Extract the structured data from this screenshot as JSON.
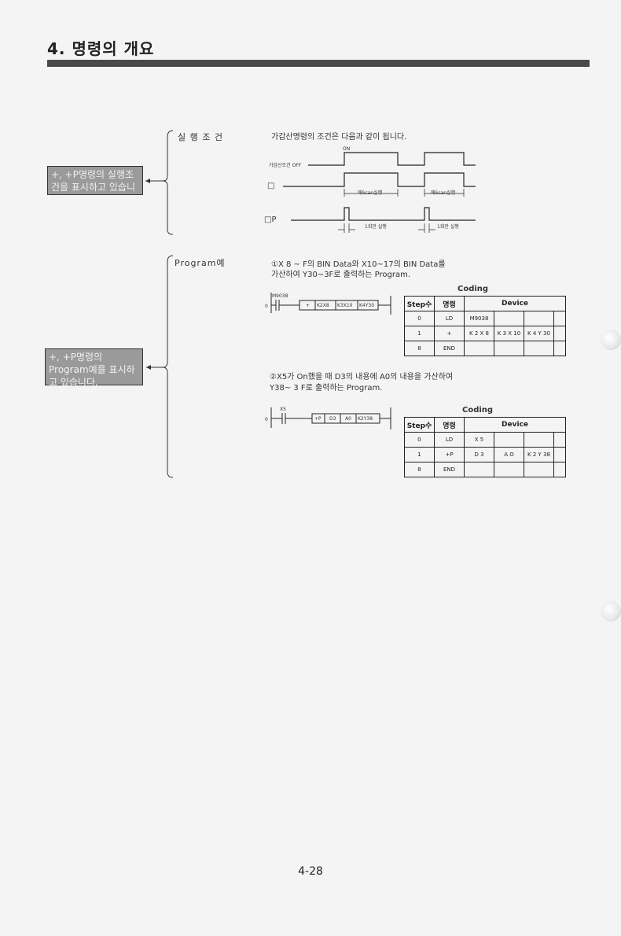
{
  "header": {
    "title": "4. 명령의 개요"
  },
  "sidenotes": {
    "condition": "+, +P명령의 실행조건을 표시하고 있습니다.",
    "program": "+, +P명령의 Program예를 표시하고 있습니다."
  },
  "condition_section": {
    "label": "실 행 조 건",
    "intro": "가감산명령의 조건은 다음과 같이 됩니다.",
    "timing": {
      "on_label": "ON",
      "exec_cond_label": "가감산조건 OFF",
      "plain_label": "□",
      "pulse_label": "□P",
      "scan_exec_1": "매Scan실행",
      "scan_exec_2": "매Scan실행",
      "once_exec_1": "1회만 실행",
      "once_exec_2": "1회만 실행"
    }
  },
  "program_section": {
    "label": "Program예",
    "example1": {
      "desc_line1": "①X 8 ~ F의 BIN Data와 X10~17의 BIN Data를",
      "desc_line2": "가산하여 Y30~3F로 출력하는 Program.",
      "ladder": {
        "step": "0",
        "contact": "M9038",
        "instr": "+",
        "op1": "K2X8",
        "op2": "K3X10",
        "op3": "K4Y30"
      },
      "coding_title": "Coding",
      "headers": [
        "Step수",
        "명령",
        "Device"
      ],
      "rows": [
        {
          "step": "0",
          "cmd": "LD",
          "devices": [
            "M9038",
            "",
            "",
            ""
          ]
        },
        {
          "step": "1",
          "cmd": "+",
          "devices": [
            "K 2 X 8",
            "K 3 X 10",
            "K 4 Y 30",
            ""
          ]
        },
        {
          "step": "8",
          "cmd": "END",
          "devices": [
            "",
            "",
            "",
            ""
          ]
        }
      ]
    },
    "example2": {
      "desc_line1": "②X5가 On했을 때 D3의 내용에 A0의 내용을 가산하여",
      "desc_line2": "Y38~ 3 F로 출력하는 Program.",
      "ladder": {
        "step": "0",
        "contact": "X5",
        "instr": "+P",
        "op1": "D3",
        "op2": "A0",
        "op3": "K2Y38"
      },
      "coding_title": "Coding",
      "headers": [
        "Step수",
        "명령",
        "Device"
      ],
      "rows": [
        {
          "step": "0",
          "cmd": "LD",
          "devices": [
            "X 5",
            "",
            "",
            ""
          ]
        },
        {
          "step": "1",
          "cmd": "+P",
          "devices": [
            "D 3",
            "A O",
            "K 2 Y 38",
            ""
          ]
        },
        {
          "step": "8",
          "cmd": "END",
          "devices": [
            "",
            "",
            "",
            ""
          ]
        }
      ]
    }
  },
  "footer": {
    "page_number": "4-28"
  }
}
